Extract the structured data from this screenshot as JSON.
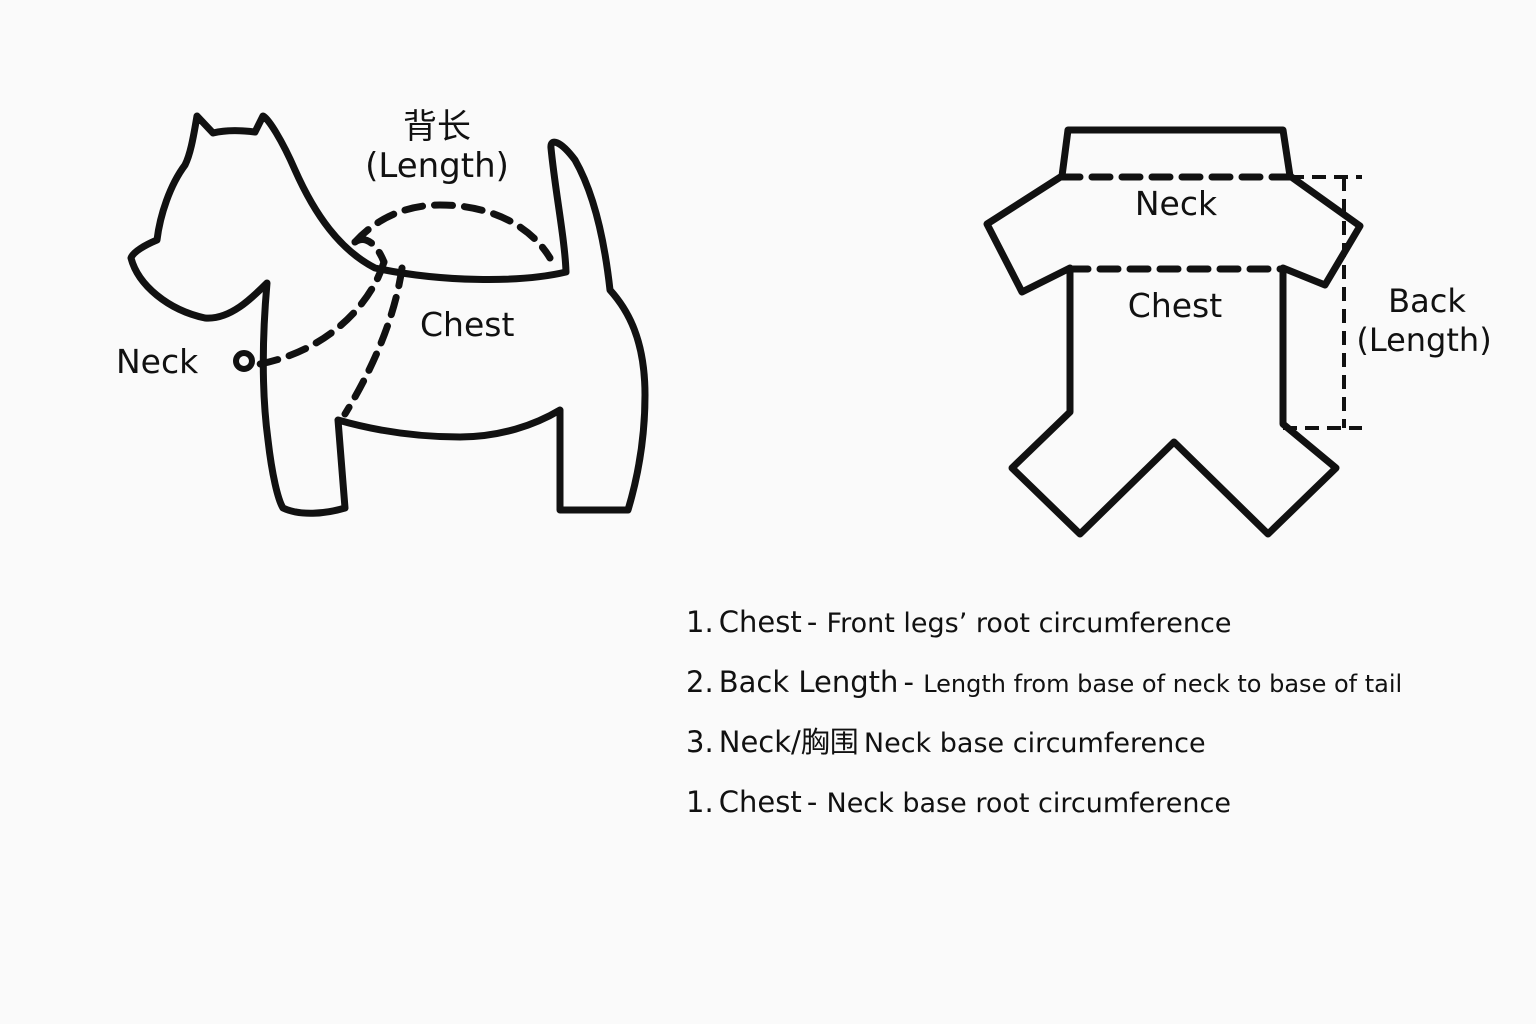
{
  "dog": {
    "length_cn": "背长",
    "length_en": "(Length)",
    "chest_label": "Chest",
    "neck_label": "Neck"
  },
  "garment": {
    "neck_label": "Neck",
    "chest_label": "Chest",
    "back_label": "Back",
    "length_label": "(Length)"
  },
  "instructions": [
    {
      "num": "1.",
      "term": "Chest",
      "sep": " - ",
      "desc": "Front legs’ root circumference"
    },
    {
      "num": "2.",
      "term": "Back Length",
      "sep": " - ",
      "desc": "Length from base of neck to base of tail"
    },
    {
      "num": "3.",
      "term": "Neck/胸围",
      "sep": " ",
      "desc": "Neck base circumference"
    },
    {
      "num": "1.",
      "term": "Chest",
      "sep": " - ",
      "desc": "Neck base root circumference"
    }
  ]
}
